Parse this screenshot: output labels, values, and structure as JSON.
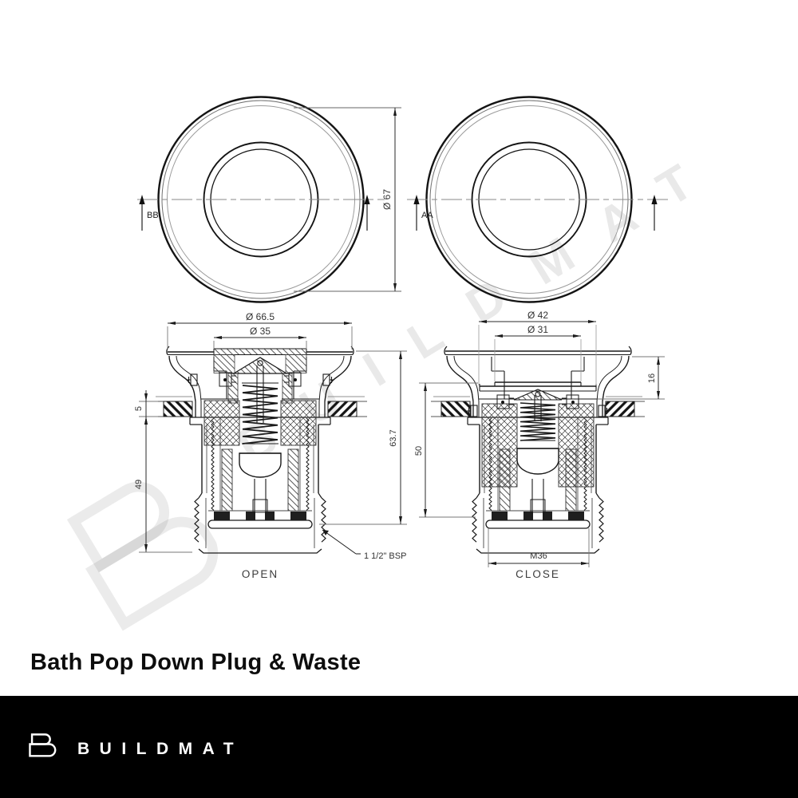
{
  "title": "Bath Pop Down Plug & Waste",
  "brand": {
    "name": "BUILDMAT"
  },
  "watermark": {
    "text": "BUILDMAT"
  },
  "views": {
    "top_left": {
      "section_label": "BB",
      "diameter": "Ø 67"
    },
    "top_right": {
      "section_label": "AA"
    },
    "section_open": {
      "label": "OPEN",
      "dims": {
        "flange_od": "Ø 66.5",
        "cap": "Ø 35",
        "deck": "5",
        "depth": "49",
        "height": "63.7",
        "thread": "1 1/2\" BSP"
      }
    },
    "section_close": {
      "label": "CLOSE",
      "dims": {
        "cap_od": "Ø 42",
        "inner": "Ø 31",
        "proud": "16",
        "body": "50",
        "thread": "M36"
      }
    }
  }
}
